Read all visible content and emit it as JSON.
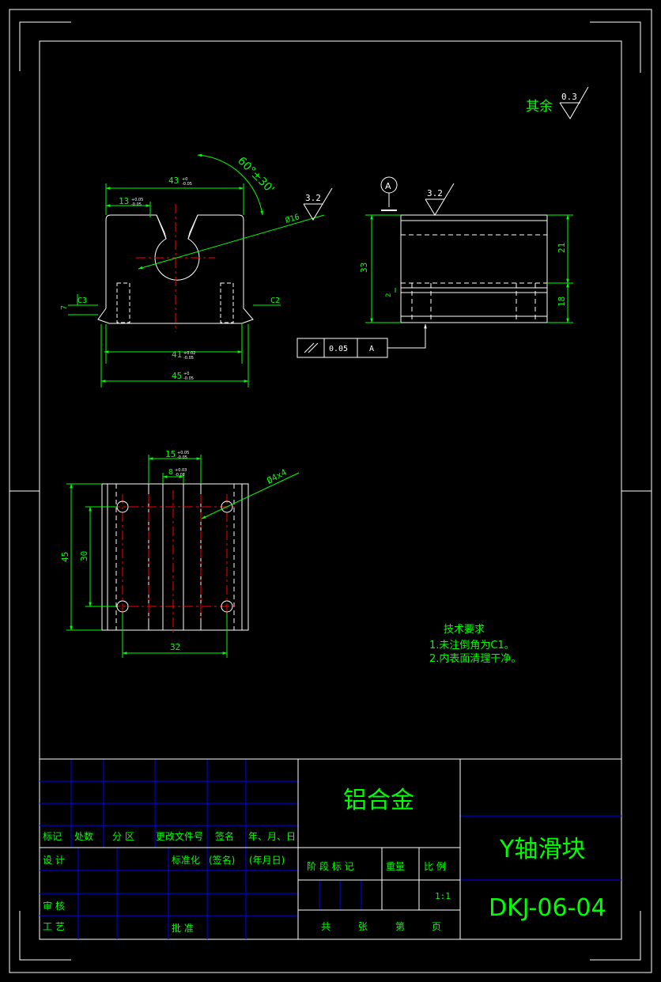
{
  "roughness": {
    "general_prefix": "其余",
    "general_value": "0.3",
    "front_value": "3.2",
    "side_value": "3.2"
  },
  "front_view": {
    "dim_top_width": "43",
    "dim_top_tol": [
      "+0",
      "-0.05"
    ],
    "dim_slot_offset": "13",
    "dim_slot_offset_tol": [
      "+0.05",
      "-0.05"
    ],
    "dim_angle": "60°±30'",
    "dim_bore": "Ø16",
    "dim_left_chamfer": "C3",
    "dim_left_height": "7",
    "dim_right_chamfer": "C2",
    "dim_inner_width": "41",
    "dim_inner_tol": [
      "+0.02",
      "-0.05"
    ],
    "dim_total_width": "45",
    "dim_total_tol": [
      "+0",
      "-0.05"
    ]
  },
  "side_view": {
    "datum_label": "A",
    "dim_total_height": "33",
    "dim_upper": "21",
    "dim_lower": "18",
    "dim_small": "2",
    "tolerance_frame": {
      "symbol": "//",
      "value": "0.05",
      "datum": "A"
    }
  },
  "bottom_view": {
    "dim_width_15": "15",
    "dim_width_15_tol": [
      "+0.05",
      "-0.05"
    ],
    "dim_width_8": "8",
    "dim_width_8_tol": [
      "+0.03",
      "-0.02"
    ],
    "dim_holes": "Ø4x4",
    "dim_height_45": "45",
    "dim_hole_spacing_v": "30",
    "dim_hole_spacing_h": "32"
  },
  "tech_requirements": {
    "title": "技术要求",
    "items": [
      "1.未注倒角为C1。",
      "2.内表面清理干净。"
    ]
  },
  "title_block": {
    "material": "铝合金",
    "part_name": "Y轴滑块",
    "drawing_no": "DKJ-06-04",
    "scale_value": "1:1",
    "labels": {
      "biaoji": "标记",
      "chushu": "处数",
      "fenqu": "分 区",
      "gaiwenjian": "更改文件号",
      "qianming": "签名",
      "nianyueri": "年、月、日",
      "sheji": "设 计",
      "biaozhunhua": "标准化",
      "qianming_paren": "(签名)",
      "nianyueri_paren": "(年月日)",
      "jieduan": "阶 段 标 记",
      "zhongliang": "重量",
      "bili": "比 例",
      "shenhe": "审 核",
      "gongyi": "工 艺",
      "pizhun": "批 准",
      "gong": "共",
      "zhang": "张",
      "di": "第",
      "ye": "页"
    }
  },
  "colors": {
    "background": "#000000",
    "border": "#ffffff",
    "dimension": "#00ff00",
    "centerline": "#ff0000",
    "grid": "#0000ff"
  }
}
